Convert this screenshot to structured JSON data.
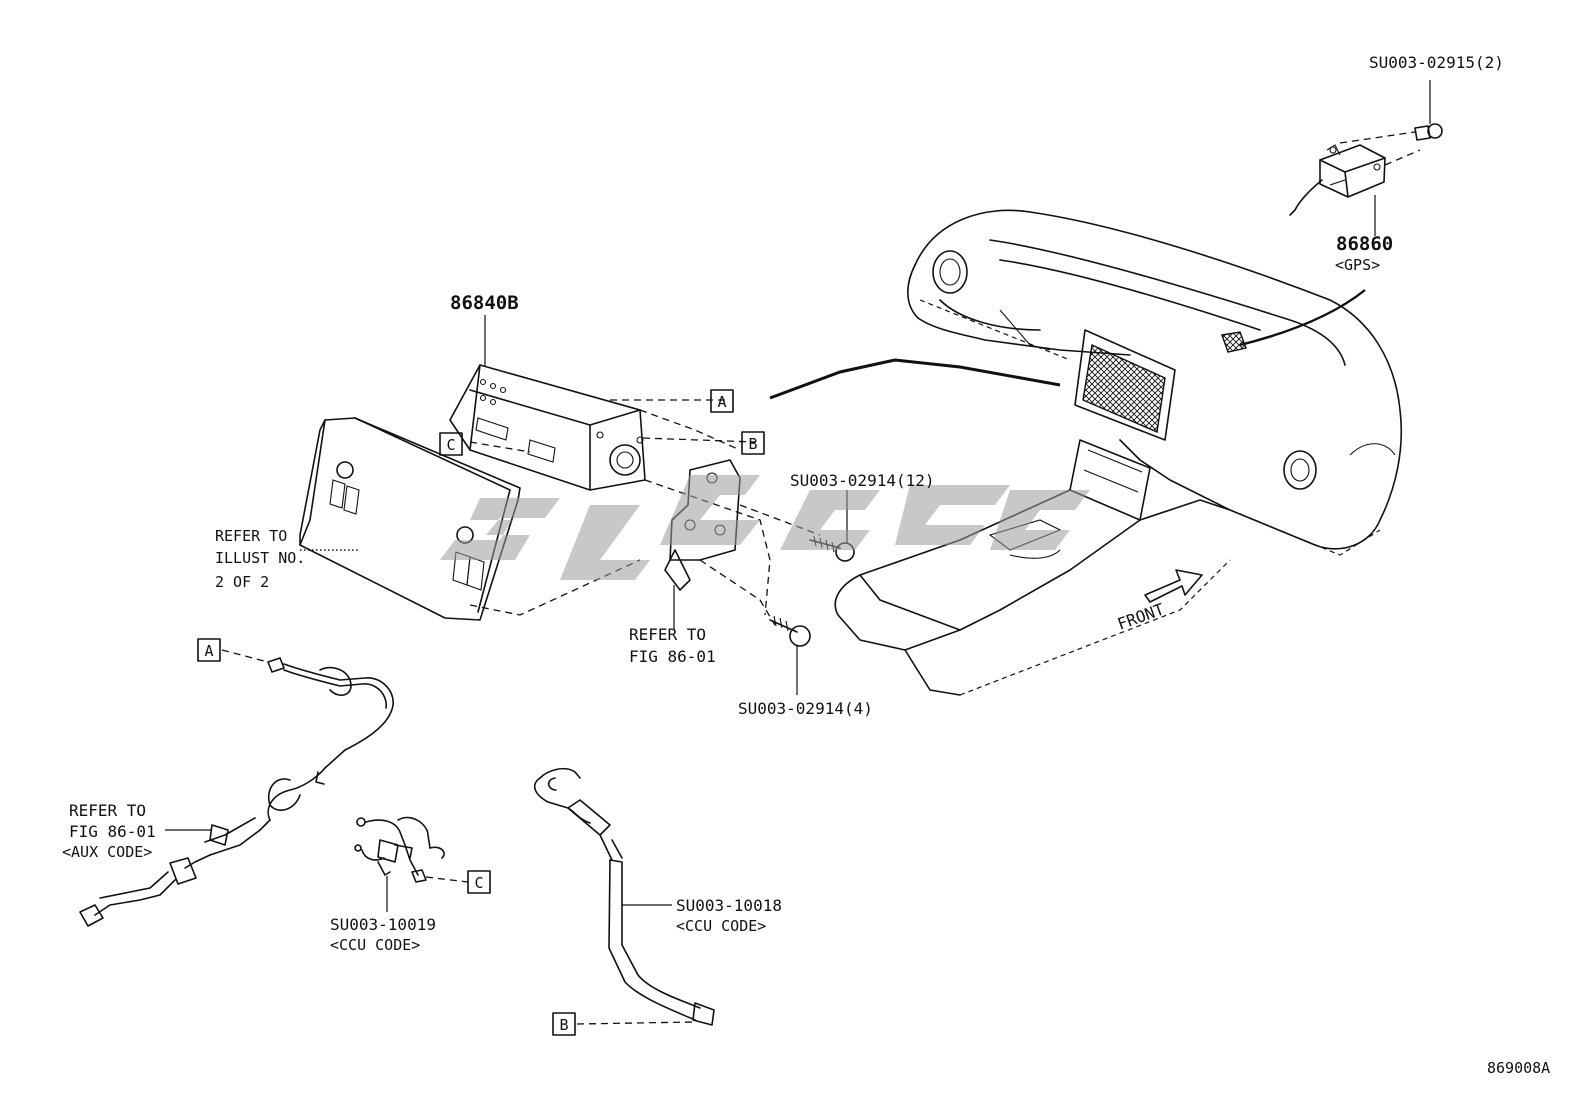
{
  "labels": {
    "main_unit": "86840B",
    "gps_part": "86860",
    "gps_code": "<GPS>",
    "screw_top": "SU003-02915(2)",
    "screw_12": "SU003-02914(12)",
    "screw_4": "SU003-02914(4)",
    "refer_illust": [
      "REFER TO",
      "ILLUST NO.",
      "2 OF 2"
    ],
    "refer_fig_bracket": [
      "REFER TO",
      "FIG 86-01"
    ],
    "refer_fig_aux": [
      "REFER TO",
      "FIG 86-01",
      "<AUX CODE>"
    ],
    "harness_c": "SU003-10019",
    "harness_c_code": "<CCU CODE>",
    "cable_b": "SU003-10018",
    "cable_b_code": "<CCU CODE>",
    "front": "FRONT",
    "figure_id": "869008A"
  },
  "callouts": [
    "A",
    "B",
    "C"
  ]
}
